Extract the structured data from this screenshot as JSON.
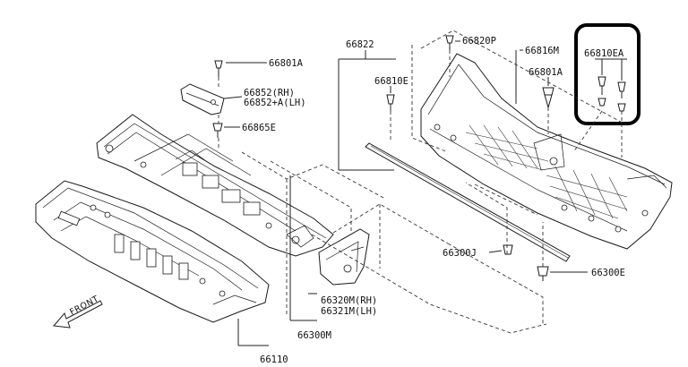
{
  "parts": {
    "clip_66801A_top": "66801A",
    "bracket_66852": "66852(RH)",
    "bracket_66852A": "66852+A(LH)",
    "clip_66865E": "66865E",
    "cowl_66822": "66822",
    "clip_66810E": "66810E",
    "screw_66820P": "66820P",
    "cover_66816M": "66816M",
    "clip_66801A_right": "66801A",
    "clip_66810EA": "66810EA",
    "seal_66300J": "66300J",
    "clip_66300E": "66300E",
    "panel_66320M": "66320M(RH)",
    "panel_66321M": "66321M(LH)",
    "cowl_66300M": "66300M",
    "dash_66110": "66110"
  },
  "front_label": "FRONT",
  "highlight_color": "#000000",
  "line_color": "#222222"
}
